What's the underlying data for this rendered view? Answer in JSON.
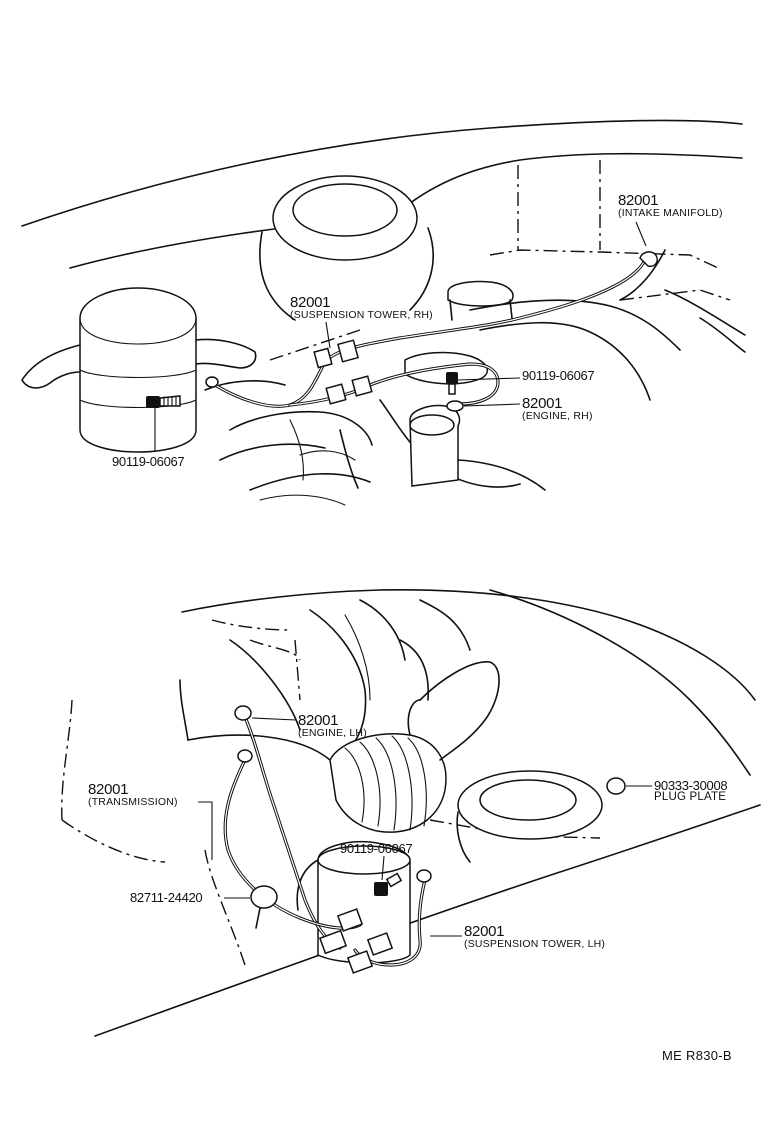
{
  "top_view": {
    "callouts": [
      {
        "id": "intake-manifold",
        "part_no": "82001",
        "desc": "(INTAKE MANIFOLD)"
      },
      {
        "id": "suspension-tower-rh",
        "part_no": "82001",
        "desc": "(SUSPENSION TOWER, RH)"
      },
      {
        "id": "bolt-rh",
        "part_no": "90119-06067",
        "desc": ""
      },
      {
        "id": "engine-rh",
        "part_no": "82001",
        "desc": "(ENGINE, RH)"
      },
      {
        "id": "bolt-left",
        "part_no": "90119-06067",
        "desc": ""
      }
    ]
  },
  "bottom_view": {
    "callouts": [
      {
        "id": "engine-lh",
        "part_no": "82001",
        "desc": "(ENGINE, LH)"
      },
      {
        "id": "transmission",
        "part_no": "82001",
        "desc": "(TRANSMISSION)"
      },
      {
        "id": "plug-plate",
        "part_no": "90333-30008",
        "desc": "PLUG PLATE"
      },
      {
        "id": "bolt-lh",
        "part_no": "90119-06067",
        "desc": ""
      },
      {
        "id": "clamp",
        "part_no": "82711-24420",
        "desc": ""
      },
      {
        "id": "suspension-tower-lh",
        "part_no": "82001",
        "desc": "(SUSPENSION TOWER, LH)"
      }
    ]
  },
  "figure_code": "ME  R830-B"
}
